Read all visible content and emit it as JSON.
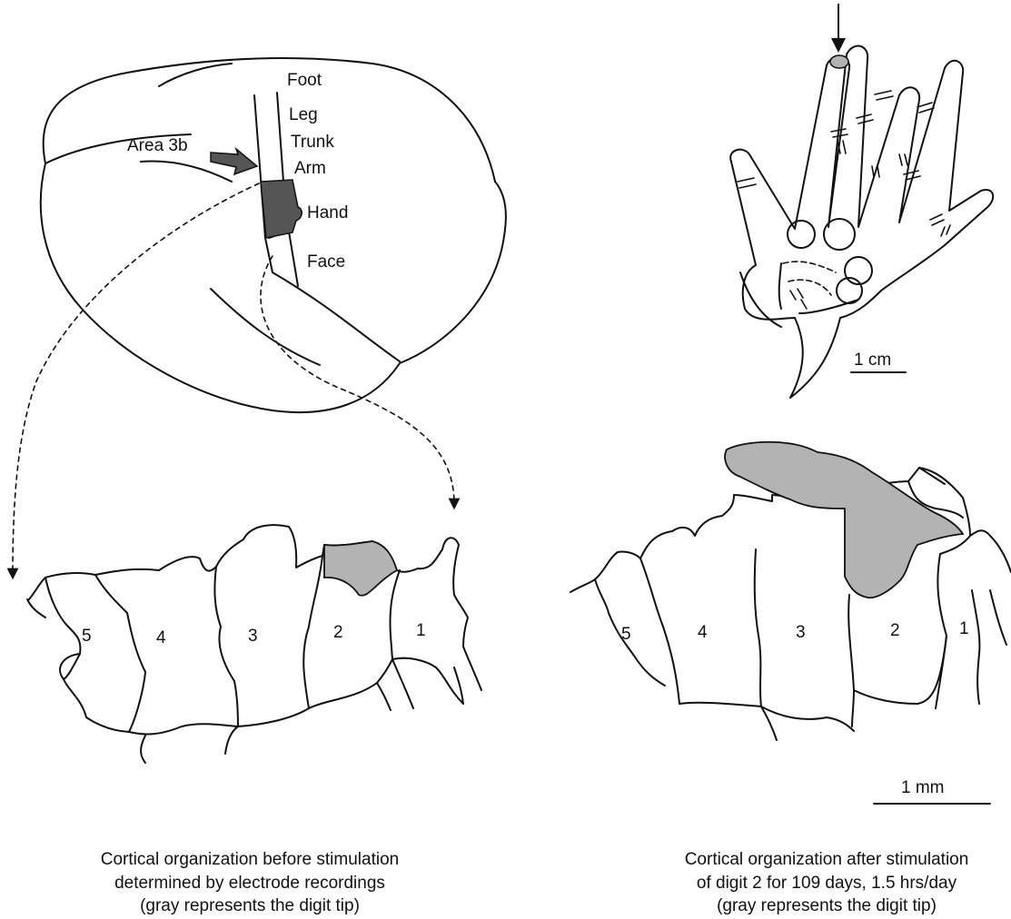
{
  "brain": {
    "labels": {
      "foot": "Foot",
      "leg": "Leg",
      "trunk": "Trunk",
      "arm": "Arm",
      "hand": "Hand",
      "face": "Face",
      "area": "Area 3b"
    },
    "hand_region_color": "#555555"
  },
  "hand_scale": "1 cm",
  "map_scale": "1 mm",
  "digit_tip_color": "#b3b3b3",
  "before_map": {
    "digits": [
      "5",
      "4",
      "3",
      "2",
      "1"
    ],
    "caption": [
      "Cortical organization before stimulation",
      "determined by electrode recordings",
      "(gray represents the digit tip)"
    ]
  },
  "after_map": {
    "digits": [
      "5",
      "4",
      "3",
      "2",
      "1"
    ],
    "caption": [
      "Cortical organization after stimulation",
      "of digit 2 for 109 days, 1.5 hrs/day",
      "(gray represents the digit tip)"
    ]
  }
}
